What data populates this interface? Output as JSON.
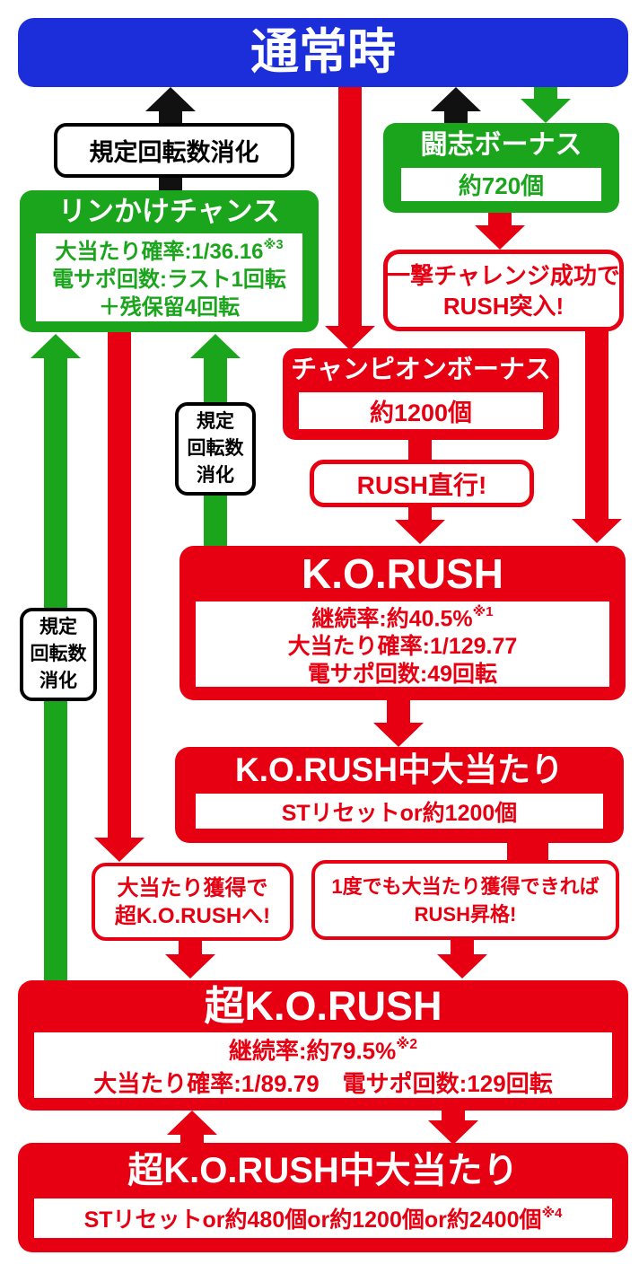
{
  "colors": {
    "blue": "#1b2ed9",
    "green": "#1aa51c",
    "red": "#e60012",
    "black": "#111111"
  },
  "normal": {
    "title": "通常時"
  },
  "labels": {
    "kitei_h": "規定回転数消化",
    "kitei_v": [
      "規定",
      "回転数",
      "消化"
    ]
  },
  "toshi_bonus": {
    "title": "闘志ボーナス",
    "payout": "約720個"
  },
  "rinkake_chance": {
    "title": "リンかけチャンス",
    "line1": "大当たり確率:1/36.16",
    "line1_note": "※3",
    "line2": "電サポ回数:ラスト1回転",
    "line3": "＋残保留4回転"
  },
  "ichigeki_note": {
    "line1": "一撃チャレンジ成功で",
    "line2": "RUSH突入!"
  },
  "champion_bonus": {
    "title": "チャンピオンボーナス",
    "payout": "約1200個"
  },
  "rush_direct_note": {
    "text": "RUSH直行!"
  },
  "ko_rush": {
    "title": "K.O.RUSH",
    "line1": "継続率:約40.5%",
    "line1_note": "※1",
    "line2": "大当たり確率:1/129.77",
    "line3": "電サポ回数:49回転"
  },
  "ko_rush_atari": {
    "title": "K.O.RUSH中大当たり",
    "payout": "STリセットor約1200個"
  },
  "to_cho_note": {
    "line1": "大当たり獲得で",
    "line2": "超K.O.RUSHへ!"
  },
  "rush_upgrade_note": {
    "line1": "1度でも大当たり獲得できれば",
    "line2": "RUSH昇格!"
  },
  "cho_ko_rush": {
    "title": "超K.O.RUSH",
    "line1": "継続率:約79.5%",
    "line1_note": "※2",
    "line2": "大当たり確率:1/89.79　電サポ回数:129回転"
  },
  "cho_ko_rush_atari": {
    "title": "超K.O.RUSH中大当たり",
    "payout": "STリセットor約480個or約1200個or約2400個",
    "payout_note": "※4"
  }
}
